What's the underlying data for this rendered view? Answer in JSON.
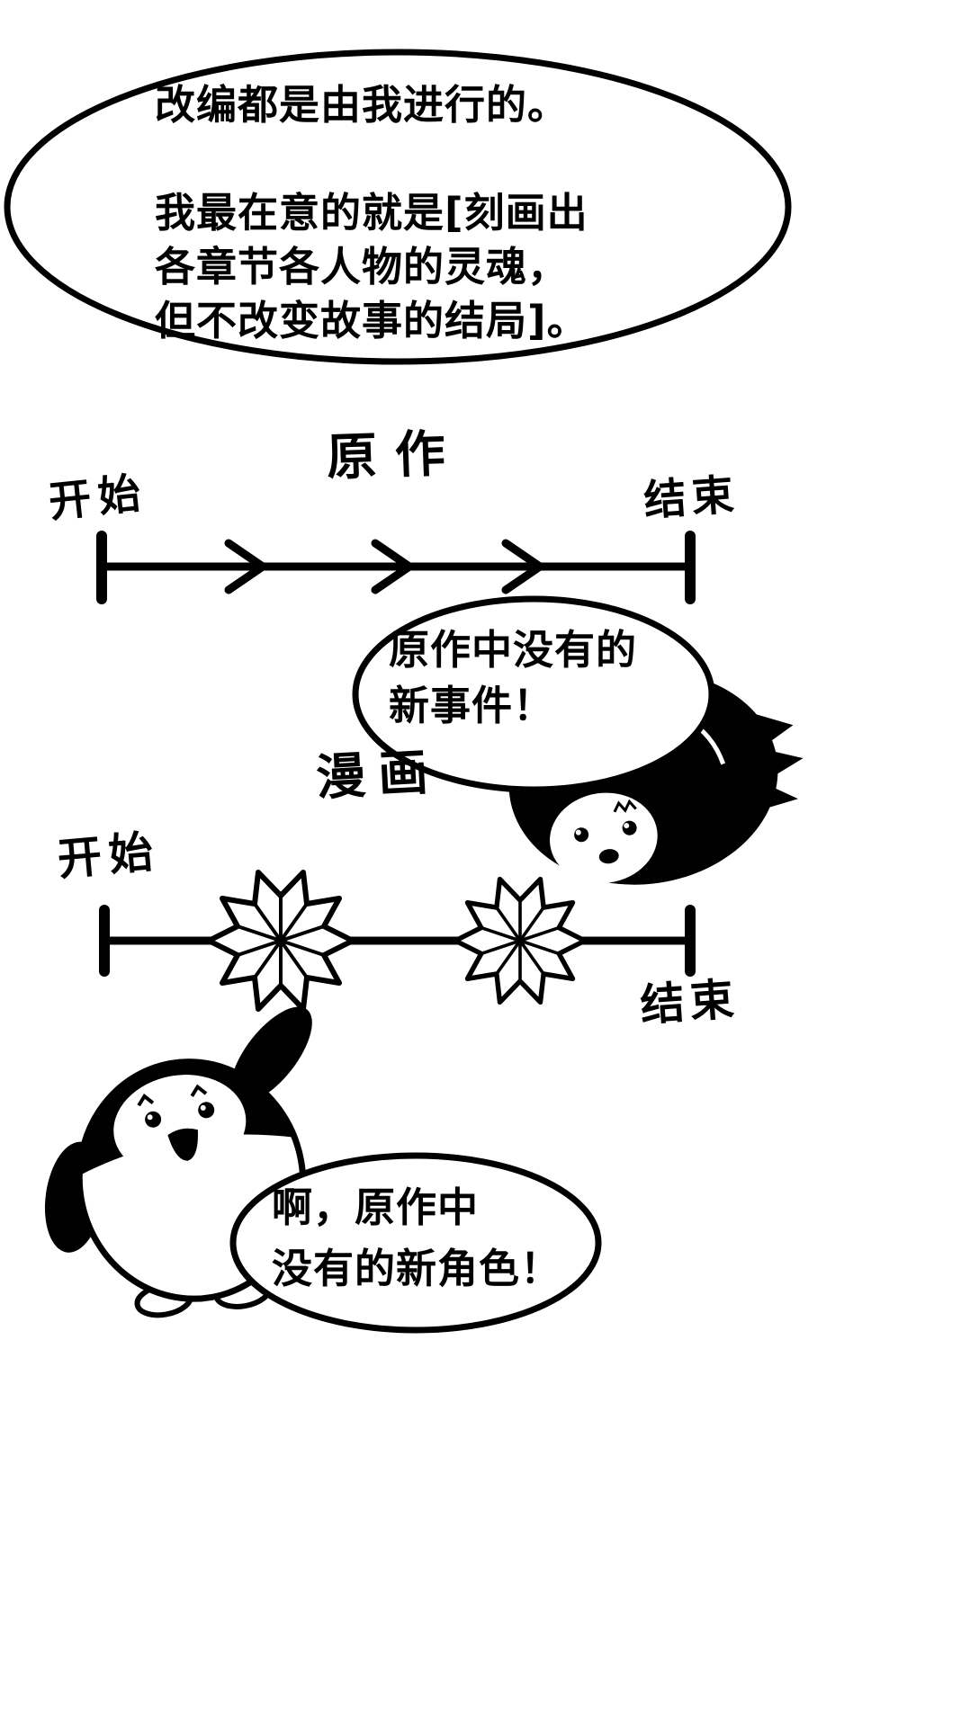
{
  "page": {
    "background": "#ffffff",
    "ink": "#000000"
  },
  "intro_bubble": {
    "lines": [
      "改编都是由我进行的。",
      "我最在意的就是[刻画出",
      "各章节各人物的灵魂，",
      "但不改变故事的结局]。"
    ]
  },
  "original_timeline": {
    "title": "原作",
    "start_label": "开始",
    "end_label": "结束"
  },
  "manga_timeline": {
    "title": "漫画",
    "start_label": "开始",
    "end_label": "结束"
  },
  "event_bubble": {
    "lines": [
      "原作中没有的",
      "新事件！"
    ]
  },
  "character_bubble": {
    "lines": [
      "啊，原作中",
      "没有的新角色！"
    ]
  }
}
